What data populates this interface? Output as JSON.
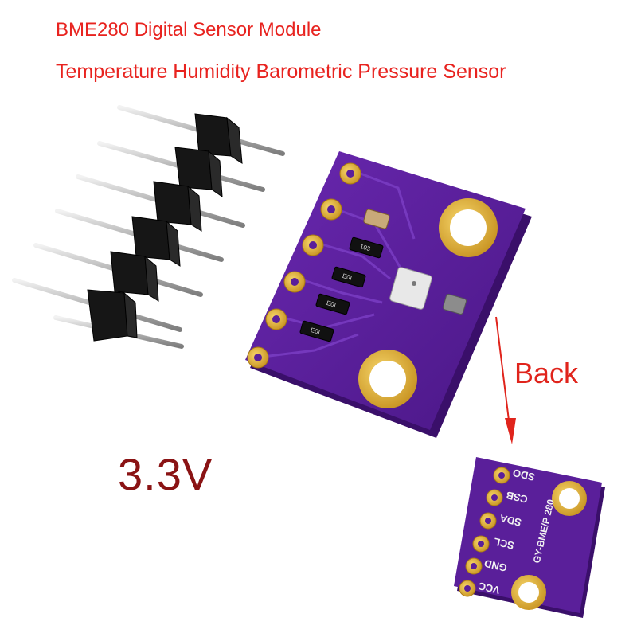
{
  "title": {
    "line1": "BME280 Digital Sensor Module",
    "line2": "Temperature Humidity Barometric Pressure Sensor"
  },
  "back_label": "Back",
  "voltage_label": "3.3V",
  "board_front": {
    "resistor_labels": [
      "103",
      "E0I",
      "E0I",
      "E0I"
    ]
  },
  "board_back": {
    "pin_labels": [
      "SDO",
      "CSB",
      "SDA",
      "SCL",
      "GND",
      "VCC"
    ],
    "model_label": "GY-BME/P 280"
  },
  "colors": {
    "title": "#e8231f",
    "voltage": "#8a1314",
    "board": "#5a1f9a",
    "pad_gold": "#e3b23c",
    "arrow": "#e0241c",
    "header_black": "#141414",
    "pin_silver": "#c9c9c9"
  }
}
